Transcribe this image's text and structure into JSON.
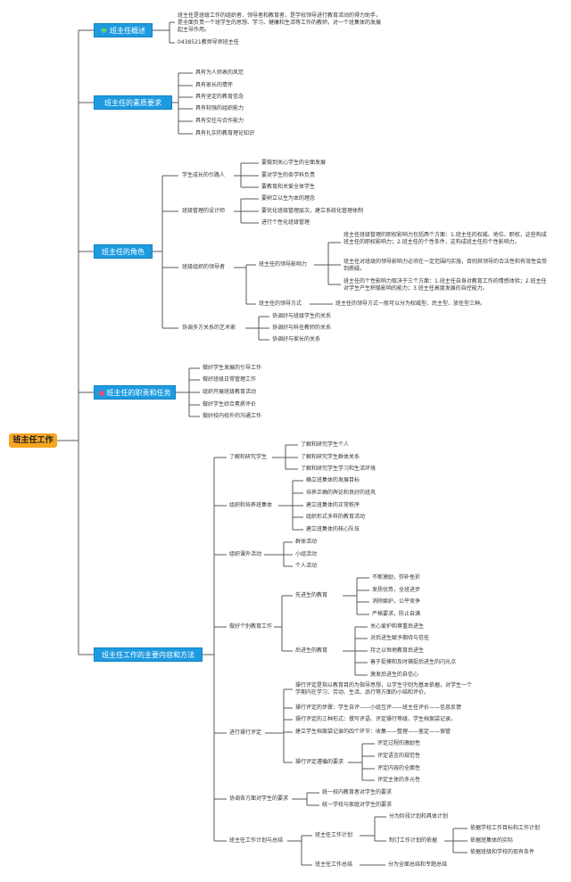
{
  "root": "班主任工作",
  "sections": {
    "overview": {
      "title": "班主任概述",
      "para": "班主任是班级工作的组织者、领导者和教育者，是学校领导进行教育活动的得力助手，是全面负责一个班学生的思想、学习、健康和生活等工作的教师，对一个班集体的发展起主导作用。",
      "note": "0438521教师导师班主任"
    },
    "quality": {
      "title": "班主任的素质要求",
      "items": [
        "具有为人师表的风范",
        "具有家长的情怀",
        "具有坚定的教育信念",
        "具有较强的组织能力",
        "具有交往与合作能力",
        "具有扎实的教育理论知识"
      ]
    },
    "role": {
      "title": "班主任的角色",
      "guide": {
        "label": "学生成长的引路人",
        "items": [
          "要做到关心学生的全面发展",
          "要对学生的各学科负责",
          "要教育和关爱全体学生"
        ]
      },
      "designer": {
        "label": "班级管理的设计师",
        "items": [
          "要树立以生为本的理念",
          "要优化班级管理层次，建立系统化管理体制",
          "进行个性化班级管理"
        ]
      },
      "leader": {
        "label": "班级组织的领导者",
        "influence": {
          "label": "班主任的领导影响力",
          "items": [
            "班主任班级管理的职权影响力包括两个方面：1.班主任的权威、地位、职权，这些构成班主任的职权影响力；2.班主任的个性条件，这构成班主任的个性影响力。",
            "班主任对班级的领导影响力必须在一定范围内实施，否则其领导的合法性和有效性会受到质疑。",
            "班主任的个性影响力取决于三个方面：1.班主任自身对教育工作的情感体验；2.班主任对学生产生积极影响的能力；3.班主任高度发展的自控能力。"
          ]
        },
        "method": {
          "label": "班主任的领导方式",
          "text": "班主任的领导方式一般可以分为权威型、民主型、放任型三种。"
        }
      },
      "artist": {
        "label": "协调多方关系的艺术家",
        "items": [
          "协调好与班级学生的关系",
          "协调好与科任教师的关系",
          "协调好与家长的关系"
        ]
      }
    },
    "duty": {
      "title": "班主任的职责和任务",
      "items": [
        "做好学生发展的引导工作",
        "做好班级日常管理工作",
        "组织开展班级教育活动",
        "做好学生综合素质评价",
        "做好校内校外的沟通工作"
      ]
    },
    "methods": {
      "title": "班主任工作的主要内容和方法",
      "understand": {
        "label": "了解和研究学生",
        "items": [
          "了解和研究学生个人",
          "了解和研究学生群体关系",
          "了解和研究学生学习和生活环境"
        ]
      },
      "organize": {
        "label": "组织和培养班集体",
        "items": [
          "确立班集体的发展目标",
          "培养正确的舆论和良好的班风",
          "建立班集体的正常秩序",
          "组织形式多样的教育活动",
          "建立班集体的核心队伍"
        ]
      },
      "extra": {
        "label": "组织课外活动",
        "items": [
          "群体活动",
          "小组活动",
          "个人活动"
        ]
      },
      "individual": {
        "label": "做好个别教育工作",
        "advanced": {
          "label": "先进生的教育",
          "items": [
            "不断激励，弥补挫折",
            "发扬优势，全班进步",
            "消除嫉妒，公平竞争",
            "严格要求，防止自满"
          ]
        },
        "backward": {
          "label": "后进生的教育",
          "items": [
            "关心爱护和尊重后进生",
            "对后进生赋予期待与信任",
            "持之以恒地教育后进生",
            "善于捉摸和及时捕捉后进生的闪光点",
            "激发后进生的自信心"
          ]
        }
      },
      "conduct": {
        "label": "进行操行评定",
        "items": [
          "操行评定是指以教育目的为指导思想，以学生守则为基本依据，对学生一个学期内在学习、劳动、生活、品行等方面的小结和评价。",
          "操行评定的步骤：学生自评——小组互评——班主任评价——信息反馈",
          "操行评定的三种形式：撰写评语、评定操行等级、学生档案袋记录。",
          "建立学生档案袋记录的四个环节：收集——整理——鉴定——保管"
        ],
        "principle": {
          "label": "操行评定遵循的要求",
          "items": [
            "评定过程的激励性",
            "评定语言的规范性",
            "评定内容的全面性",
            "评定主体的多元性"
          ]
        }
      },
      "coordinate": {
        "label": "协调各方面对学生的要求",
        "items": [
          "统一校内教育者对学生的要求",
          "统一学校与家庭对学生的要求"
        ]
      },
      "plan": {
        "label": "班主任工作计划与总结",
        "planning": {
          "label": "班主任工作计划",
          "stage": "分为阶段计划和具体计划",
          "basis": {
            "label": "制订工作计划的依据",
            "items": [
              "依据学校工作目标和工作计划",
              "依据班集体的实际",
              "依据班级和学校的现有条件"
            ]
          }
        },
        "summary": {
          "label": "班主任工作总结",
          "text": "分为全面总结和专题总结"
        }
      }
    }
  },
  "colors": {
    "root": "#f5a623",
    "main": "#1e9be0",
    "line": "#5a5a5a",
    "gem": "#5fd36a",
    "bullet": "#e94b6b"
  }
}
